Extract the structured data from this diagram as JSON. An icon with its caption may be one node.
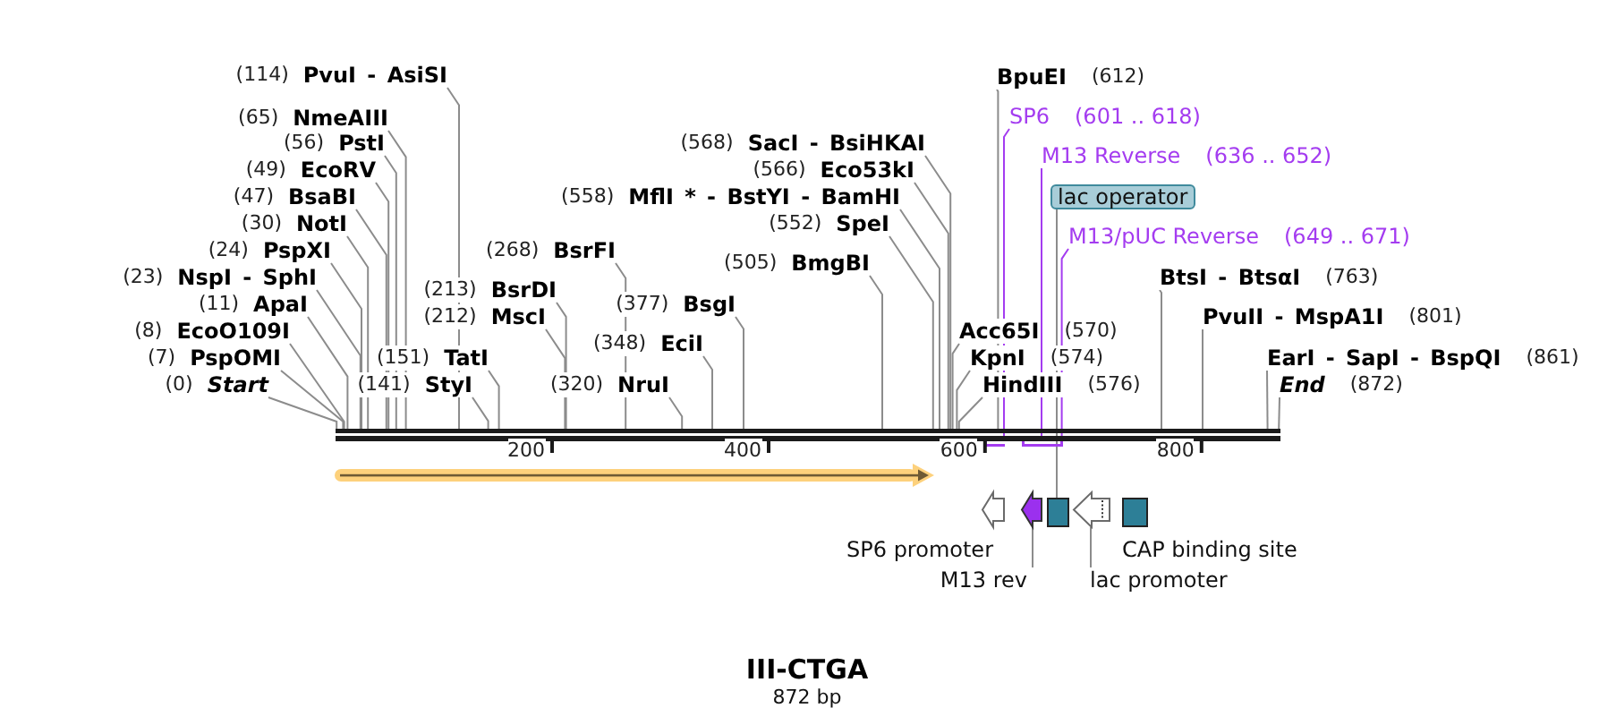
{
  "diagram": {
    "title": "III-CTGA",
    "caption": "872 bp",
    "nodes": [
      {
        "text": [
          "(114)",
          "PvuI - AsiSI"
        ]
      },
      {
        "text": [
          "BpuEI",
          "(612)"
        ]
      },
      {
        "text": [
          "(65)",
          "NmeAIII"
        ]
      },
      {
        "text": [
          "SP6",
          "(601 .. 618)"
        ]
      },
      {
        "text": [
          "(56)",
          "PstI"
        ]
      },
      {
        "text": [
          "(568)",
          "SacI - BsiHKAI"
        ]
      },
      {
        "text": [
          "M13 Reverse",
          "(636 .. 652)"
        ]
      },
      {
        "text": [
          "(49)",
          "EcoRV"
        ]
      },
      {
        "text": [
          "(566)",
          "Eco53kI"
        ]
      },
      {
        "text": [
          "(47)",
          "BsaBI"
        ]
      },
      {
        "text": [
          "(558)",
          "MflI * - BstYI - BamHI"
        ]
      },
      {
        "text": [
          "lac operator"
        ]
      },
      {
        "text": [
          "(30)",
          "NotI"
        ]
      },
      {
        "text": [
          "(552)",
          "SpeI"
        ]
      },
      {
        "text": [
          "M13/pUC Reverse",
          "(649 .. 671)"
        ]
      },
      {
        "text": [
          "(24)",
          "PspXI"
        ]
      },
      {
        "text": [
          "(268)",
          "BsrFI"
        ]
      },
      {
        "text": [
          "(505)",
          "BmgBI"
        ]
      },
      {
        "text": [
          "(23)",
          "NspI - SphI"
        ]
      },
      {
        "text": [
          "BtsI - BtsαI",
          "(763)"
        ]
      },
      {
        "text": [
          "(213)",
          "BsrDI"
        ]
      },
      {
        "text": [
          "(11)",
          "ApaI"
        ]
      },
      {
        "text": [
          "(377)",
          "BsgI"
        ]
      },
      {
        "text": [
          "(212)",
          "MscI"
        ]
      },
      {
        "text": [
          "PvuII - MspA1I",
          "(801)"
        ]
      },
      {
        "text": [
          "(8)",
          "EcoO109I"
        ]
      },
      {
        "text": [
          "Acc65I",
          "(570)"
        ]
      },
      {
        "text": [
          "(348)",
          "EciI"
        ]
      },
      {
        "text": [
          "(7)",
          "PspOMI"
        ]
      },
      {
        "text": [
          "(151)",
          "TatI"
        ]
      },
      {
        "text": [
          "KpnI",
          "(574)"
        ]
      },
      {
        "text": [
          "EarI - SapI - BspQI",
          "(861)"
        ]
      },
      {
        "text": [
          "(0)",
          "Start"
        ]
      },
      {
        "text": [
          "(141)",
          "StyI"
        ]
      },
      {
        "text": [
          "(320)",
          "NruI"
        ]
      },
      {
        "text": [
          "HindIII",
          "(576)"
        ]
      },
      {
        "text": [
          "End",
          "(872)"
        ]
      },
      {
        "text": [],
        "shape": "bar"
      },
      {
        "text": [],
        "shape": "bar"
      },
      {
        "text": [],
        "shape": "bar"
      },
      {
        "text": [],
        "shape": "bar"
      },
      {
        "text": [],
        "shape": "bar"
      },
      {
        "text": [],
        "shape": "pentagon"
      },
      {
        "text": [],
        "shape": "pentagon"
      },
      {
        "text": [],
        "shape": "box"
      },
      {
        "text": [],
        "shape": "pentagon"
      },
      {
        "text": [],
        "shape": "box"
      },
      {
        "text": [
          "SP6 promoter"
        ]
      },
      {
        "text": [
          "CAP binding site"
        ]
      },
      {
        "text": [
          "M13 rev"
        ]
      },
      {
        "text": [
          "lac promoter"
        ]
      }
    ],
    "edges": [
      {
        "from": 0,
        "to": 37,
        "arrow": "none"
      },
      {
        "from": 1,
        "to": 37,
        "arrow": "none"
      },
      {
        "from": 2,
        "to": 37,
        "arrow": "none"
      },
      {
        "from": 3,
        "to": 38,
        "arrow": "none",
        "color": "#a43cf0"
      },
      {
        "from": 4,
        "to": 37,
        "arrow": "none"
      },
      {
        "from": 5,
        "to": 37,
        "arrow": "none"
      },
      {
        "from": 6,
        "to": 39,
        "arrow": "none",
        "color": "#a43cf0"
      },
      {
        "from": 7,
        "to": 37,
        "arrow": "none"
      },
      {
        "from": 8,
        "to": 37,
        "arrow": "none"
      },
      {
        "from": 9,
        "to": 37,
        "arrow": "none"
      },
      {
        "from": 10,
        "to": 37,
        "arrow": "none"
      },
      {
        "from": 11,
        "to": 44,
        "arrow": "none"
      },
      {
        "from": 12,
        "to": 37,
        "arrow": "none"
      },
      {
        "from": 13,
        "to": 37,
        "arrow": "none"
      },
      {
        "from": 14,
        "to": 40,
        "arrow": "none",
        "color": "#a43cf0"
      },
      {
        "from": 15,
        "to": 37,
        "arrow": "none"
      },
      {
        "from": 16,
        "to": 37,
        "arrow": "none"
      },
      {
        "from": 17,
        "to": 37,
        "arrow": "none"
      },
      {
        "from": 18,
        "to": 37,
        "arrow": "none"
      },
      {
        "from": 19,
        "to": 37,
        "arrow": "none"
      },
      {
        "from": 20,
        "to": 37,
        "arrow": "none"
      },
      {
        "from": 21,
        "to": 37,
        "arrow": "none"
      },
      {
        "from": 22,
        "to": 37,
        "arrow": "none"
      },
      {
        "from": 23,
        "to": 37,
        "arrow": "none"
      },
      {
        "from": 24,
        "to": 37,
        "arrow": "none"
      },
      {
        "from": 25,
        "to": 37,
        "arrow": "none"
      },
      {
        "from": 26,
        "to": 37,
        "arrow": "none"
      },
      {
        "from": 27,
        "to": 37,
        "arrow": "none"
      },
      {
        "from": 28,
        "to": 37,
        "arrow": "none"
      },
      {
        "from": 29,
        "to": 37,
        "arrow": "none"
      },
      {
        "from": 30,
        "to": 37,
        "arrow": "none"
      },
      {
        "from": 31,
        "to": 37,
        "arrow": "none"
      },
      {
        "from": 32,
        "to": 37,
        "arrow": "none"
      },
      {
        "from": 33,
        "to": 37,
        "arrow": "none"
      },
      {
        "from": 34,
        "to": 37,
        "arrow": "none"
      },
      {
        "from": 35,
        "to": 37,
        "arrow": "none"
      },
      {
        "from": 36,
        "to": 37,
        "arrow": "none"
      },
      {
        "from": 49,
        "to": 43,
        "arrow": "none"
      },
      {
        "from": 50,
        "to": 45,
        "arrow": "none"
      }
    ],
    "labels": [
      "200",
      "400",
      "600",
      "800"
    ]
  }
}
